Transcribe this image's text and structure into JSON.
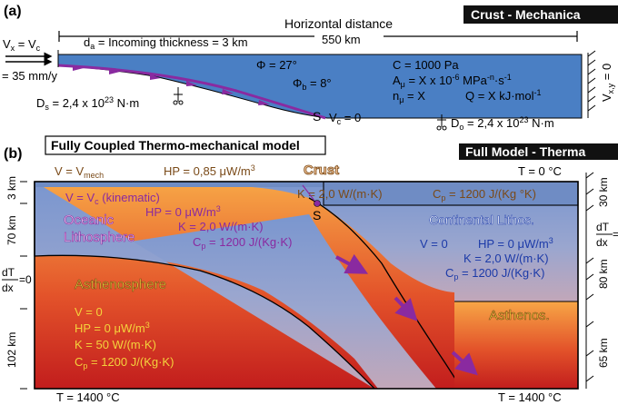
{
  "panel_a": {
    "label": "(a)",
    "banner": "Crust - Mechanica",
    "horizontal_distance_label": "Horizontal distance",
    "horizontal_distance_value": "550 km",
    "vx_eq_vc": "V",
    "vx_sub": "x",
    "vc_sub": "c",
    "incoming_thickness": "d",
    "incoming_thickness_rest": " = Incoming thickness = 3 km",
    "convergence_rate": "= 35 mm/y",
    "phi": "Φ = 27°",
    "phi_b": "Φ",
    "phi_b_rest": " = 8°",
    "ds_text": "D",
    "ds_rest": " = 2,4 x 10",
    "ds_exp": "23",
    "ds_unit": " N·m",
    "s_point": "S",
    "vc_zero": "V",
    "vc_zero_rest": " = 0",
    "cohesion": "C = 1000 Pa",
    "a_mu": "A",
    "a_mu_rest": " = X x 10",
    "a_mu_exp": "-6",
    "a_mu_unit": " MPa",
    "a_mu_unit_exp": "-n",
    "a_mu_unit2": "·s",
    "a_mu_unit2_exp": "-1",
    "n_mu": "n",
    "n_mu_rest": " = X",
    "q_value": "Q = X kJ·mol",
    "q_exp": "-1",
    "do_text": "D",
    "do_rest": " = 2,4 x 10",
    "do_exp": "23",
    "do_unit": " N·m",
    "vxy_zero": "V",
    "vxy_rest": " = 0"
  },
  "panel_b": {
    "label": "(b)",
    "model_title": "Fully Coupled Thermo-mechanical model",
    "banner": "Full Model - Therma",
    "v_mech": "V = V",
    "v_mech_sub": "mech",
    "hp_crust": "HP = 0,85 μW/m",
    "hp_crust_exp": "3",
    "crust_label": "Crust",
    "t_top": "T = 0 °C",
    "k_crust": "K = 2,0 W/(m·K)",
    "cp_crust": "C",
    "cp_crust_rest": " = 1200  J/(Kg °K)",
    "v_kinematic": "V = V",
    "v_kinematic_rest": " (kinematic)",
    "hp_oceanic": "HP = 0  μW/m",
    "hp_oceanic_exp": "3",
    "k_oceanic": "K = 2,0 W/(m·K)",
    "cp_oceanic": "C",
    "cp_oceanic_rest": " = 1200  J/(Kg·K)",
    "oceanic_title_1": "Oceanic",
    "oceanic_title_2": "Lithosphere",
    "s_point": "S",
    "continental_title": "Continental Lithos.",
    "v_zero": "V = 0",
    "hp_continental": "HP = 0 μW/m",
    "hp_continental_exp": "3",
    "k_continental": "K = 2,0 W/(m·K)",
    "cp_continental": "C",
    "cp_continental_rest": " = 1200  J/(Kg·K)",
    "astheno_title": "Asthenosphere",
    "v_astheno": "V = 0",
    "hp_astheno": "HP = 0 μW/m",
    "hp_astheno_exp": "3",
    "k_astheno": "K = 50 W/(m·K)",
    "cp_astheno": "C",
    "cp_astheno_rest": " = 1200  J/(Kg·K)",
    "astheno_right": "Asthenos.",
    "t_bottom_left": "T = 1400 °C",
    "t_bottom_right": "T = 1400 °C",
    "depth_left_3": "3 km",
    "depth_left_70": "70 km",
    "depth_left_102": "102 km",
    "depth_right_30": "30 km",
    "depth_right_80": "80 km",
    "depth_right_65": "65 km",
    "dtdx_num": "dT",
    "dtdx_den": "dx",
    "dtdx_eq": "=0",
    "dtdx_right_eq": "=("
  },
  "colors": {
    "mech_blue": "#4a7fc4",
    "slab_purple": "#8a2aa0",
    "crust_brown": "#7a4a18",
    "continental_blue": "#1c3aa8",
    "astheno_yellow": "#f4d23c",
    "banner_black": "#111111"
  }
}
